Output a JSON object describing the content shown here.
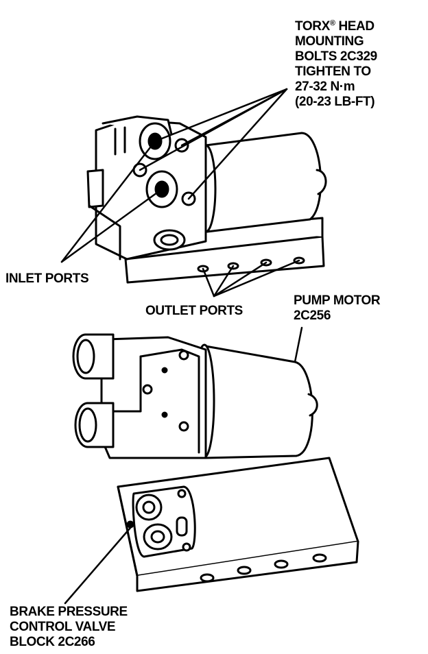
{
  "labels": {
    "torx": {
      "line1_prefix": "TORX",
      "line1_mark": "®",
      "line1_suffix": " HEAD",
      "line2": "MOUNTING",
      "line3": "BOLTS 2C329",
      "line4": "TIGHTEN TO",
      "line5": "27-32 N·m",
      "line6": "(20-23 LB-FT)"
    },
    "inlet_ports": "INLET PORTS",
    "outlet_ports": "OUTLET PORTS",
    "pump_motor": {
      "line1": "PUMP MOTOR",
      "line2": "2C256"
    },
    "valve_block": {
      "line1": "BRAKE PRESSURE",
      "line2": "CONTROL VALVE",
      "line3": "BLOCK 2C266"
    }
  },
  "colors": {
    "ink": "#000000",
    "paper": "#ffffff"
  }
}
